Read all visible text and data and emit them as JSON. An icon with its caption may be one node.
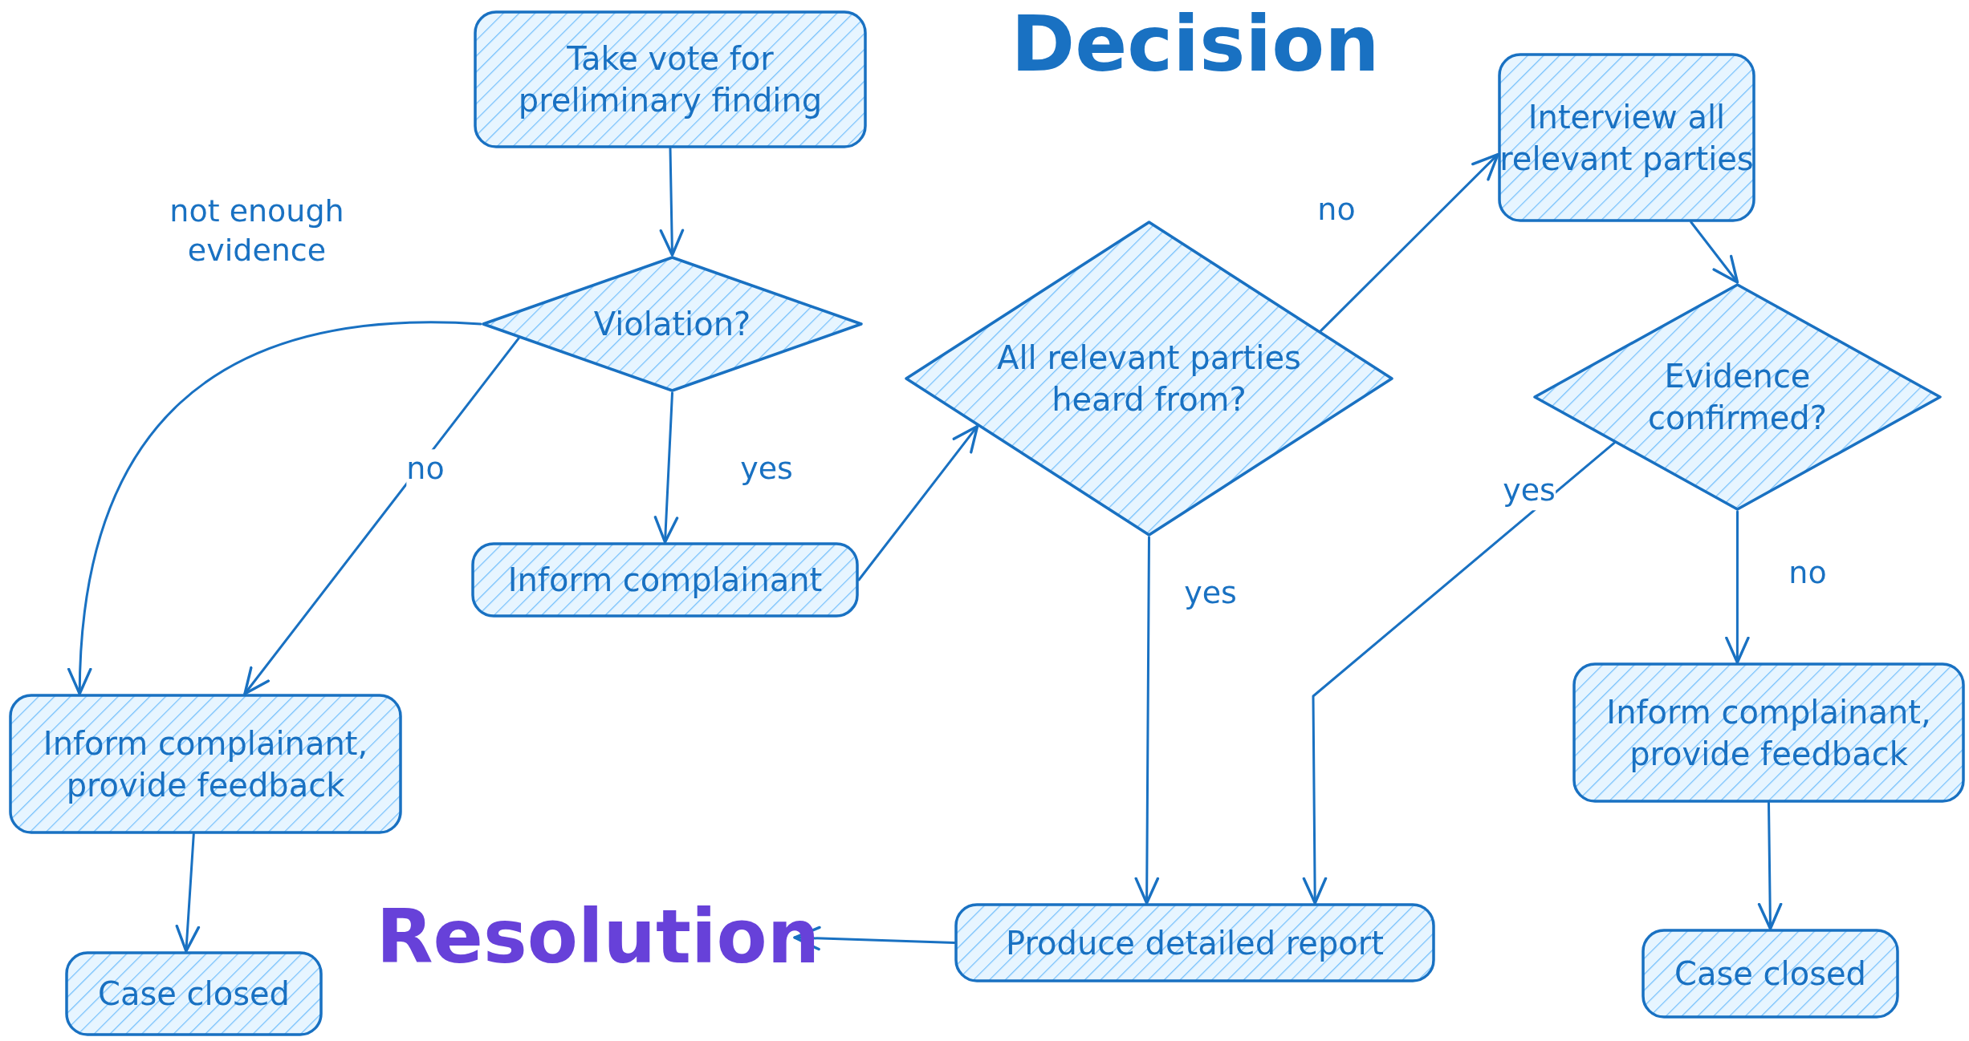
{
  "diagram": {
    "title": "Decision",
    "nodes": [
      {
        "text": [
          "Take vote for preliminary finding"
        ]
      },
      {
        "text": [
          "Violation?"
        ]
      },
      {
        "text": [
          "Inform complainant"
        ]
      },
      {
        "text": [
          "All relevant parties heard from?"
        ]
      },
      {
        "text": [
          "Interview all relevant parties"
        ]
      },
      {
        "text": [
          "Evidence confirmed?"
        ]
      },
      {
        "text": [
          "Inform complainant, provide feedback"
        ]
      },
      {
        "text": [
          "Case closed"
        ]
      },
      {
        "text": [
          "Resolution"
        ]
      },
      {
        "text": [
          "Produce detailed report"
        ]
      },
      {
        "text": [
          "Inform complainant, provide feedback"
        ]
      },
      {
        "text": [
          "Case closed"
        ]
      }
    ],
    "edges": [
      {
        "from": 0,
        "to": 1,
        "arrow": "to"
      },
      {
        "from": 1,
        "to": 6,
        "arrow": "to",
        "label": "not enough evidence"
      },
      {
        "from": 1,
        "to": 6,
        "arrow": "to",
        "label": "no"
      },
      {
        "from": 1,
        "to": 2,
        "arrow": "to",
        "label": "yes"
      },
      {
        "from": 2,
        "to": 3,
        "arrow": "to"
      },
      {
        "from": 3,
        "to": 4,
        "arrow": "to",
        "label": "no"
      },
      {
        "from": 3,
        "to": 9,
        "arrow": "to",
        "label": "yes"
      },
      {
        "from": 4,
        "to": 5,
        "arrow": "to"
      },
      {
        "from": 5,
        "to": 9,
        "arrow": "to",
        "label": "yes"
      },
      {
        "from": 5,
        "to": 10,
        "arrow": "to",
        "label": "no"
      },
      {
        "from": 6,
        "to": 7,
        "arrow": "to"
      },
      {
        "from": 10,
        "to": 11,
        "arrow": "to"
      },
      {
        "from": 9,
        "to": 8,
        "arrow": "to"
      }
    ]
  }
}
